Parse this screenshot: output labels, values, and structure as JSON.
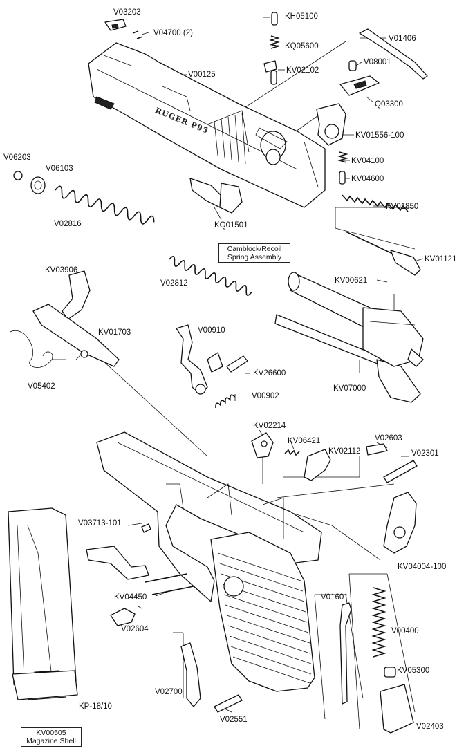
{
  "diagram": {
    "callouts": [
      {
        "id": "V03203",
        "text": "V03203"
      },
      {
        "id": "V04700",
        "text": "V04700 (2)"
      },
      {
        "id": "KH05100",
        "text": "KH05100"
      },
      {
        "id": "KQ05600",
        "text": "KQ05600"
      },
      {
        "id": "V01406",
        "text": "V01406"
      },
      {
        "id": "V00125",
        "text": "V00125"
      },
      {
        "id": "KV02102",
        "text": "KV02102"
      },
      {
        "id": "V08001",
        "text": "V08001"
      },
      {
        "id": "Q03300",
        "text": "Q03300"
      },
      {
        "id": "KV01556-100",
        "text": "KV01556-100"
      },
      {
        "id": "V06203",
        "text": "V06203"
      },
      {
        "id": "V06103",
        "text": "V06103"
      },
      {
        "id": "KV04100",
        "text": "KV04100"
      },
      {
        "id": "KV04600",
        "text": "KV04600"
      },
      {
        "id": "KV01850",
        "text": "KV01850"
      },
      {
        "id": "V02816",
        "text": "V02816"
      },
      {
        "id": "KQ01501",
        "text": "KQ01501"
      },
      {
        "id": "KV01121",
        "text": "KV01121"
      },
      {
        "id": "KV03906",
        "text": "KV03906"
      },
      {
        "id": "KV00621",
        "text": "KV00621"
      },
      {
        "id": "V02812",
        "text": "V02812"
      },
      {
        "id": "KV01703",
        "text": "KV01703"
      },
      {
        "id": "V00910",
        "text": "V00910"
      },
      {
        "id": "V05402",
        "text": "V05402"
      },
      {
        "id": "KV26600",
        "text": "KV26600"
      },
      {
        "id": "KV07000",
        "text": "KV07000"
      },
      {
        "id": "V00902",
        "text": "V00902"
      },
      {
        "id": "KV02214",
        "text": "KV02214"
      },
      {
        "id": "KV06421",
        "text": "KV06421"
      },
      {
        "id": "V02603",
        "text": "V02603"
      },
      {
        "id": "KV02112",
        "text": "KV02112"
      },
      {
        "id": "V02301",
        "text": "V02301"
      },
      {
        "id": "V03713-101",
        "text": "V03713-101"
      },
      {
        "id": "KV04004-100",
        "text": "KV04004-100"
      },
      {
        "id": "KV04450",
        "text": "KV04450"
      },
      {
        "id": "V01601",
        "text": "V01601"
      },
      {
        "id": "V02604",
        "text": "V02604"
      },
      {
        "id": "V00400",
        "text": "V00400"
      },
      {
        "id": "KV05300",
        "text": "KV05300"
      },
      {
        "id": "V02700",
        "text": "V02700"
      },
      {
        "id": "KP-18-10",
        "text": "KP-18/10"
      },
      {
        "id": "V02551",
        "text": "V02551"
      },
      {
        "id": "V02403",
        "text": "V02403"
      }
    ],
    "boxed_labels": {
      "camblock": {
        "line1": "Camblock/Recoil",
        "line2": "Spring Assembly"
      },
      "magazine": {
        "line1": "KV00505",
        "line2": "Magazine Shell"
      }
    },
    "slide_marking": "RUGER P95"
  }
}
